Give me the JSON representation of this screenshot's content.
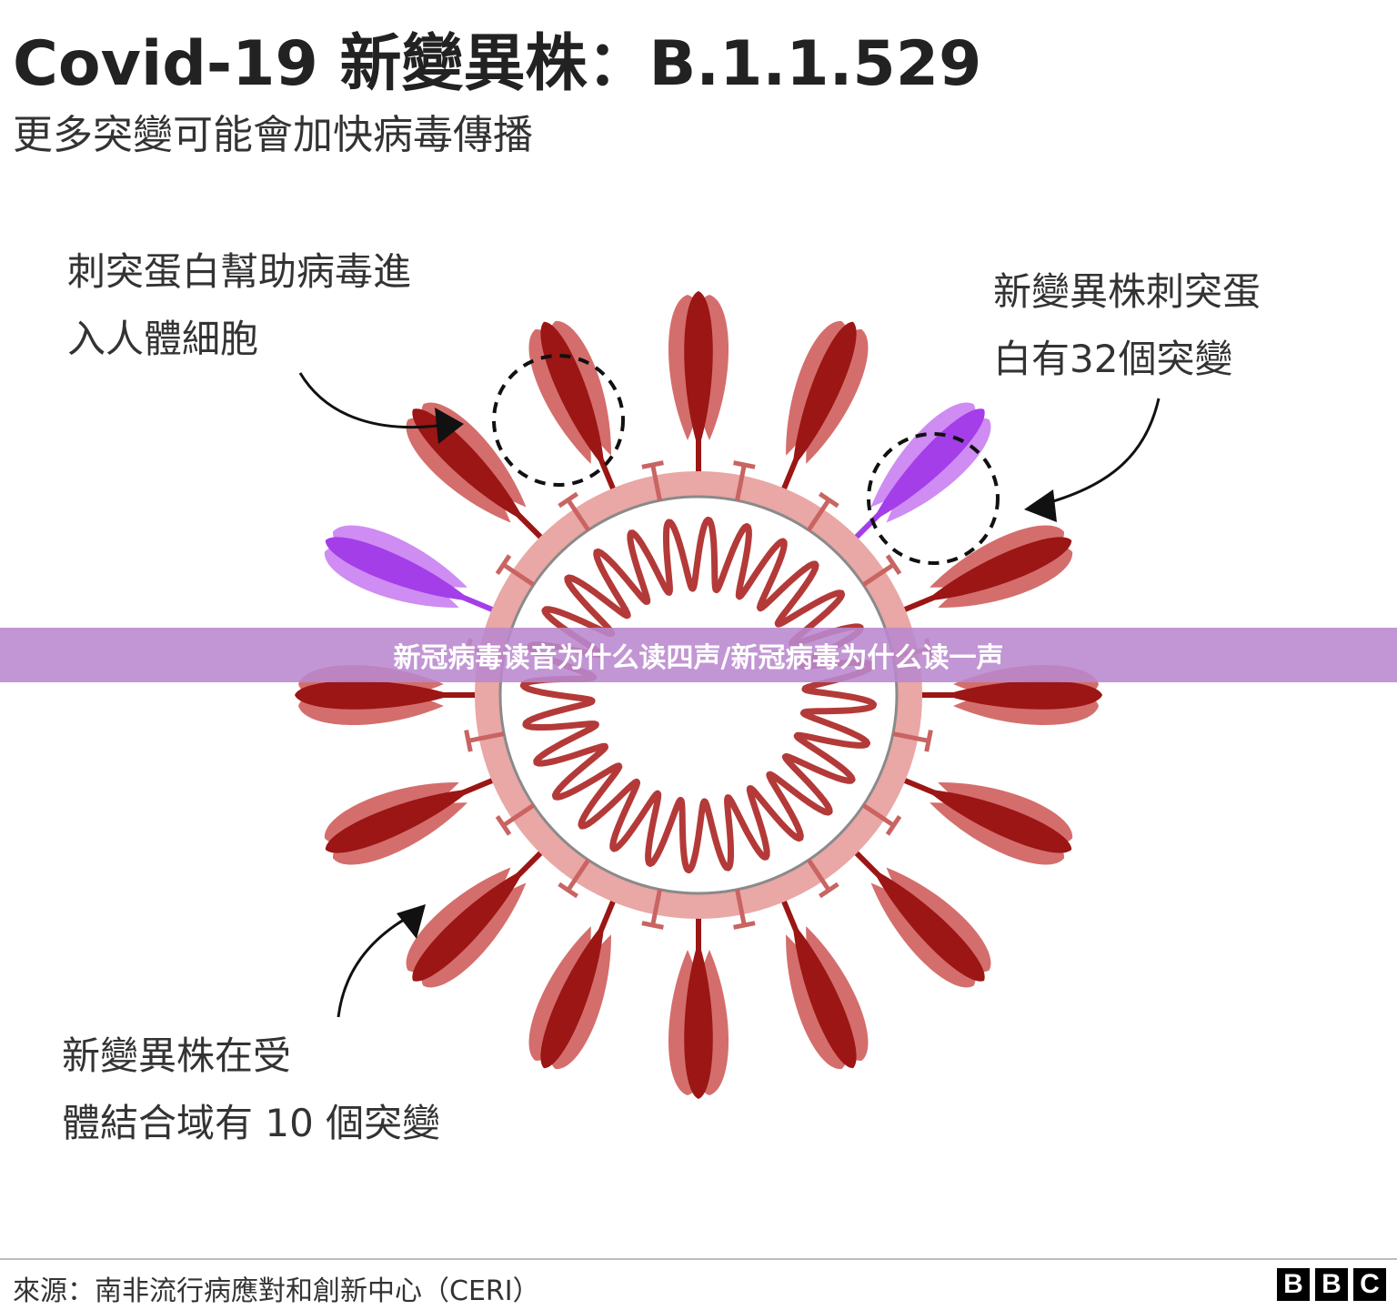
{
  "header": {
    "title": "Covid-19 新變異株：B.1.1.529",
    "subtitle": "更多突變可能會加快病毒傳播"
  },
  "callouts": {
    "spike_protein": [
      "刺突蛋白幫助病毒進",
      "入人體細胞"
    ],
    "spike_mutations": [
      "新變異株刺突蛋",
      "白有32個突變"
    ],
    "receptor_mutations": [
      "新變異株在受",
      "體結合域有 10 個突變"
    ]
  },
  "banner": {
    "text": "新冠病毒读音为什么读四声/新冠病毒为什么读一声"
  },
  "footer": {
    "source": "來源：南非流行病應對和創新中心（CERI）",
    "logo_letters": [
      "B",
      "B",
      "C"
    ]
  },
  "colors": {
    "spike_dark": "#9b1614",
    "spike_light": "#d46e6c",
    "membrane": "#e9a7a5",
    "membrane_edge": "#8a8a8a",
    "rna": "#b33a38",
    "mutation_dark": "#a43ee8",
    "mutation_light": "#cf8cf3",
    "banner": "#ba87ce"
  }
}
